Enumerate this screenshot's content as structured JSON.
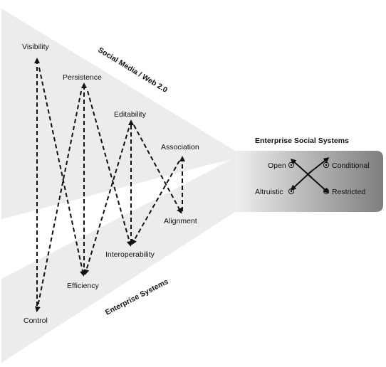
{
  "bands": {
    "top_label": "Social Media / Web 2.0",
    "bottom_label": "Enterprise Systems"
  },
  "nodes": {
    "visibility": "Visibility",
    "persistence": "Persistence",
    "editability": "Editability",
    "association": "Association",
    "alignment": "Alignment",
    "interoperability": "Interoperability",
    "efficiency": "Efficiency",
    "control": "Control"
  },
  "enterprise_social": {
    "title": "Enterprise Social Systems",
    "open": "Open",
    "conditional": "Conditional",
    "altruistic": "Altruistic",
    "restricted": "Restricted"
  }
}
